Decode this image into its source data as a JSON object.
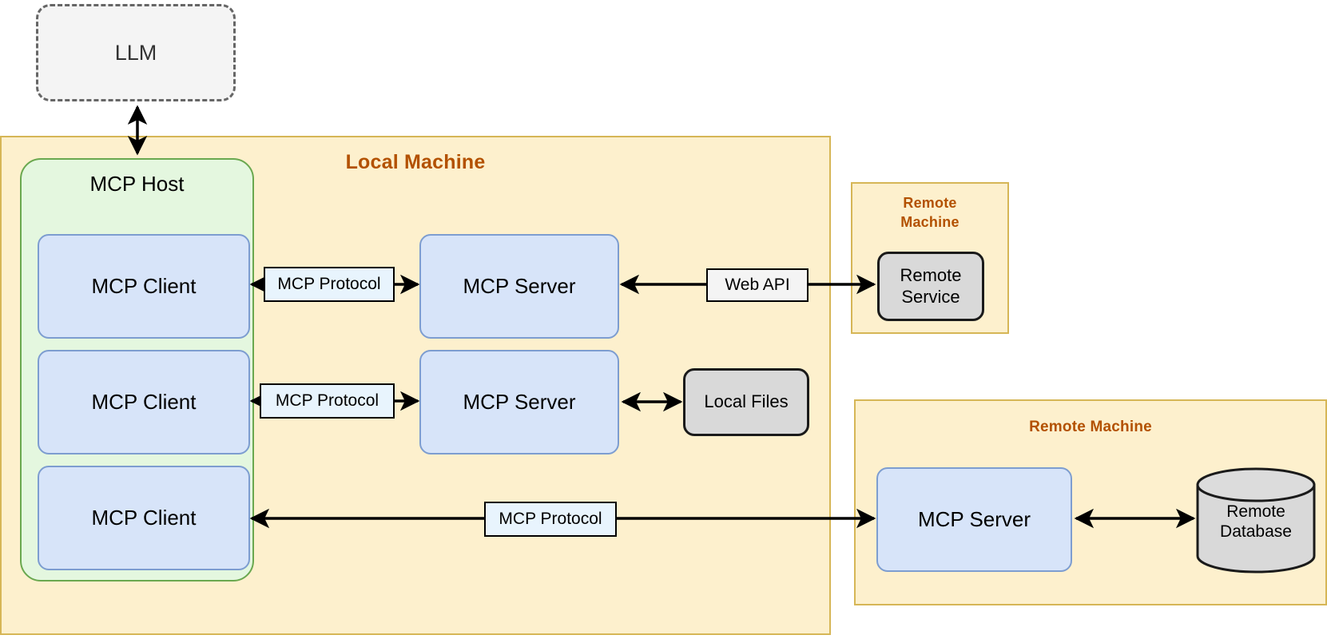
{
  "diagram": {
    "title_llm": "LLM",
    "llm": {
      "label": "LLM"
    },
    "local_machine": {
      "title": "Local Machine"
    },
    "mcp_host": {
      "label": "MCP Host"
    },
    "remote_machine_top": {
      "title": "Remote\nMachine"
    },
    "remote_machine_top_line1": "Remote",
    "remote_machine_top_line2": "Machine",
    "remote_machine_bottom": {
      "title": "Remote Machine"
    },
    "clients": [
      {
        "label": "MCP Client"
      },
      {
        "label": "MCP Client"
      },
      {
        "label": "MCP Client"
      }
    ],
    "servers": [
      {
        "label": "MCP Server"
      },
      {
        "label": "MCP Server"
      },
      {
        "label": "MCP Server"
      }
    ],
    "edge_labels": {
      "protocol_1": "MCP Protocol",
      "protocol_2": "MCP Protocol",
      "protocol_3": "MCP Protocol",
      "web_api": "Web API"
    },
    "resources": {
      "remote_service_line1": "Remote",
      "remote_service_line2": "Service",
      "local_files": "Local Files",
      "remote_database_line1": "Remote",
      "remote_database_line2": "Database"
    },
    "colors": {
      "machine_fill": "#fdf0cd",
      "machine_border": "#d6b656",
      "machine_title": "#b35100",
      "host_fill": "#e4f7df",
      "host_border": "#6aa84f",
      "node_blue_fill": "#d7e4f9",
      "node_blue_border": "#7d9dd0",
      "node_gray_fill": "#d9d9d9",
      "node_gray_border": "#1a1a1a",
      "llm_fill": "#f4f4f4",
      "llm_border": "#666666",
      "edge_label_blue": "#e8f4fd",
      "edge_label_gray": "#f4f4f4",
      "arrow": "#000000"
    }
  }
}
